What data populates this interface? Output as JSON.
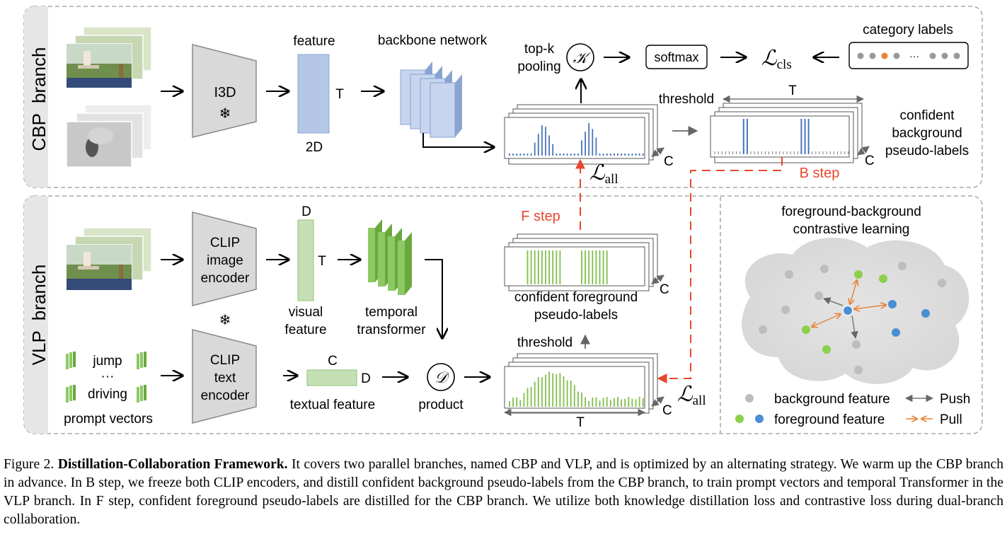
{
  "cbp": {
    "branch_label": "CBP  branch",
    "feature_label": "feature",
    "t_label": "T",
    "twod_label": "2D",
    "i3d_label": "I3D",
    "freeze_symbol": "❄",
    "backbone_label": "backbone network",
    "topk_label_1": "top-k",
    "topk_label_2": "pooling",
    "k_symbol": "𝒦",
    "softmax_label": "softmax",
    "loss_cls": "ℒ",
    "loss_cls_sub": "cls",
    "category_label": "category labels",
    "ellipsis": "···",
    "threshold_label": "threshold",
    "t_top_label": "T",
    "c_label": "C",
    "c_label_2": "C",
    "confident_bg_1": "confident",
    "confident_bg_2": "background",
    "confident_bg_3": "pseudo-labels",
    "loss_all": "ℒ",
    "loss_all_sub": "all",
    "b_step": "B step"
  },
  "vlp": {
    "branch_label": "VLP  branch",
    "d_label": "D",
    "t_label": "T",
    "clip_image_1": "CLIP",
    "clip_image_2": "image",
    "clip_image_3": "encoder",
    "clip_text_1": "CLIP",
    "clip_text_2": "text",
    "clip_text_3": "encoder",
    "freeze_symbol": "❄",
    "visual_feature_1": "visual",
    "visual_feature_2": "feature",
    "temporal_1": "temporal",
    "temporal_2": "transformer",
    "prompt_jump": "jump",
    "prompt_dots": "···",
    "prompt_driving": "driving",
    "prompt_vectors": "prompt vectors",
    "textual_c": "C",
    "textual_d": "D",
    "textual_feature": "textual feature",
    "d_symbol": "𝒟",
    "product_label": "product",
    "f_step": "F step",
    "confident_fg_1": "confident foreground",
    "confident_fg_2": "pseudo-labels",
    "c_label": "C",
    "c_label_2": "C",
    "threshold_label": "threshold",
    "t_bottom_label": "T",
    "loss_all": "ℒ",
    "loss_all_sub": "all"
  },
  "contrastive": {
    "title_1": "foreground-background",
    "title_2": "contrastive learning",
    "legend_bg": "background feature",
    "legend_fg": "foreground feature",
    "legend_push": "Push",
    "legend_pull": "Pull"
  },
  "colors": {
    "background_dot": "#bdbdbd",
    "foreground_green": "#8cd04a",
    "foreground_blue": "#4a8ed4",
    "red_dashed": "#e8472f",
    "orange": "#e8833a",
    "blue_bars": "#4a73b8",
    "green_bars": "#7fbf4a"
  },
  "caption": {
    "prefix": "Figure 2. ",
    "title": "Distillation-Collaboration Framework.",
    "body": " It covers two parallel branches, named CBP and VLP, and is optimized by an alternating strategy. We warm up the CBP branch in advance. In B step, we freeze both CLIP encoders, and distill confident background pseudo-labels from the CBP branch, to train prompt vectors and temporal Transformer in the VLP branch. In F step, confident foreground pseudo-labels are distilled for the CBP branch. We utilize both knowledge distillation loss and contrastive loss during dual-branch collaboration."
  }
}
